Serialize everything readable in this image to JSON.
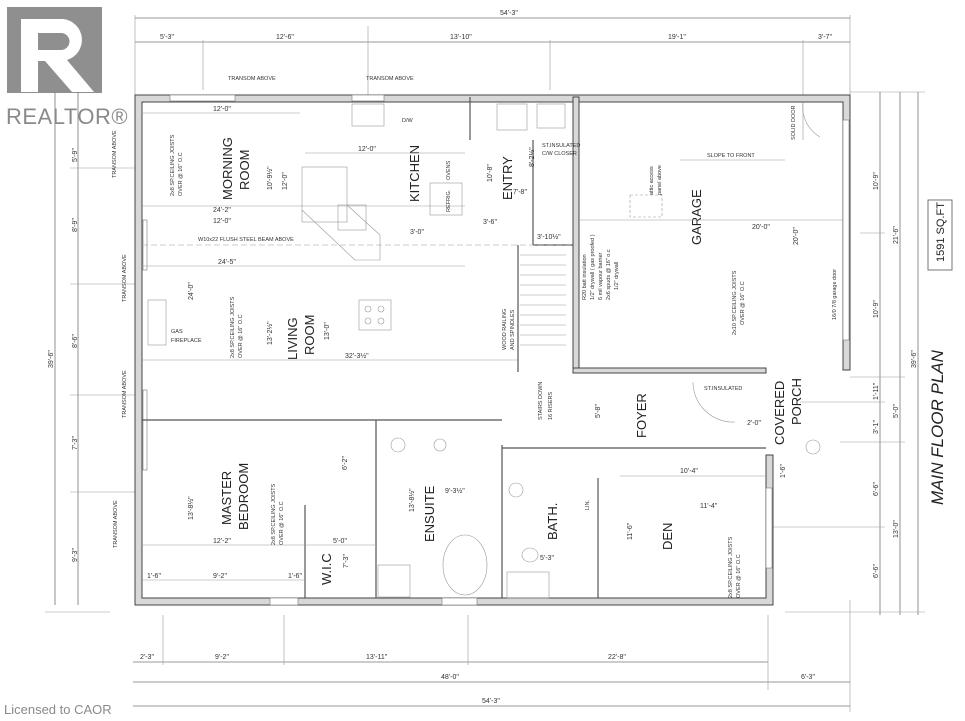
{
  "branding": {
    "logo_text": "REALTOR®",
    "license": "Licensed to CAOR"
  },
  "plan": {
    "title": "MAIN FLOOR PLAN",
    "area": "1591 SQ.FT",
    "rooms": {
      "morning": [
        "MORNING",
        "ROOM"
      ],
      "kitchen": "KITCHEN",
      "entry": "ENTRY",
      "garage": "GARAGE",
      "living": [
        "LIVING",
        "ROOM"
      ],
      "master": [
        "MASTER",
        "BEDROOM"
      ],
      "wic": "W.I.C",
      "ensuite": "ENSUITE",
      "bath": "BATH.",
      "foyer": "FOYER",
      "den": "DEN",
      "porch": [
        "COVERED",
        "PORCH"
      ]
    },
    "top_dims": {
      "overall": "54'-3\"",
      "segments": [
        "5'-3\"",
        "12'-6\"",
        "13'-10\"",
        "19'-1\"",
        "3'-7\""
      ]
    },
    "bottom_dims": {
      "segments": [
        "2'-3\"",
        "9'-2\"",
        "13'-11\"",
        "22'-8\""
      ],
      "house": "48'-0\"",
      "porch": "6'-3\"",
      "overall": "54'-3\""
    },
    "left_dims": {
      "segments": [
        "5'-9\"",
        "8'-9\"",
        "8'-6\"",
        "7'-3\"",
        "9'-3\""
      ],
      "overall": "39'-6\""
    },
    "right_dims": {
      "inner": [
        "10'-9\"",
        "10'-9\"",
        "1'-11\"",
        "3'-1\"",
        "6'-6\"",
        "6'-6\""
      ],
      "middle": [
        "21'-6\"",
        "5'-0\"",
        "13'-0\""
      ],
      "overall": "39'-6\""
    },
    "interior_dims": {
      "morning_w": "12'-0\"",
      "morning_h": "10'-9½\"",
      "morning_h2": "12'-0\"",
      "span1": "24'-2\"",
      "span2": "12'-0\"",
      "span3": "24'-5\"",
      "kitchen_w": "12'-0\"",
      "kitchen_3": "3'-0\"",
      "living_h": "24'-0\"",
      "living_h2": "13'-2½\"",
      "living_w": "13'-0\"",
      "living_span": "32'-3½\"",
      "entry_h": "10'-8\"",
      "entry_w": "7'-8\"",
      "closet_h": "8'-2½\"",
      "e36": "3'-6\"",
      "e3105": "3'-10½\"",
      "garage_w": "20'-0\"",
      "garage_h": "20'-0\"",
      "master_h": "13'-8½\"",
      "master_w": "12'-2\"",
      "master_w2": "9'-2\"",
      "m16a": "1'-6\"",
      "m16b": "1'-6\"",
      "wic_w": "5'-0\"",
      "wic_h": "7'-3\"",
      "ensuite_h": "13'-8½\"",
      "ensuite_w": "9'-3½\"",
      "bath_w": "5'-3\"",
      "foyer_h": "5'-8\"",
      "den_w": "11'-4\"",
      "den_w2": "10'-4\"",
      "den_h": "11'-6\"",
      "porch_w": "2'-0\"",
      "porch_h": "1'-6\"",
      "ensuite_d": "6'-2\""
    },
    "notes": {
      "transom": "TRANSOM ABOVE",
      "beam": "W10x22 FLUSH STEEL BEAM ABOVE",
      "fireplace": [
        "GAS",
        "FIREPLACE"
      ],
      "joists_2x8": [
        "2x8 SP.CEILING JOISTS",
        "OVER @ 16\" O.C"
      ],
      "joists_2x10": [
        "2x10 SP.CEILING JOISTS",
        "OVER @ 16\" O.C"
      ],
      "dw": "D/W",
      "ovens": "OVENS",
      "refrig": "REFRIG.",
      "closet": [
        "ST.INSULATED",
        "C/W CLOSER"
      ],
      "insulated": "ST.INSULATED",
      "slope": "SLOPE TO FRONT",
      "attic": [
        "attic access",
        "panel above"
      ],
      "solid_door": "SOLID DOOR",
      "garage_door": "16/0 7/8 garage door",
      "wall_spec": [
        "R20 batt insulation",
        "1/2\" drywall ( gas proofed )",
        "6 mil vapour barrier",
        "2x6 spuds @ 16\" o.c",
        "1/2\" drywall"
      ],
      "railing": [
        "WOOD RAILING",
        "AND SPINDLES"
      ],
      "stairs": [
        "STAIRS DOWN",
        "16 RISERS"
      ],
      "lin": "LIN."
    }
  }
}
